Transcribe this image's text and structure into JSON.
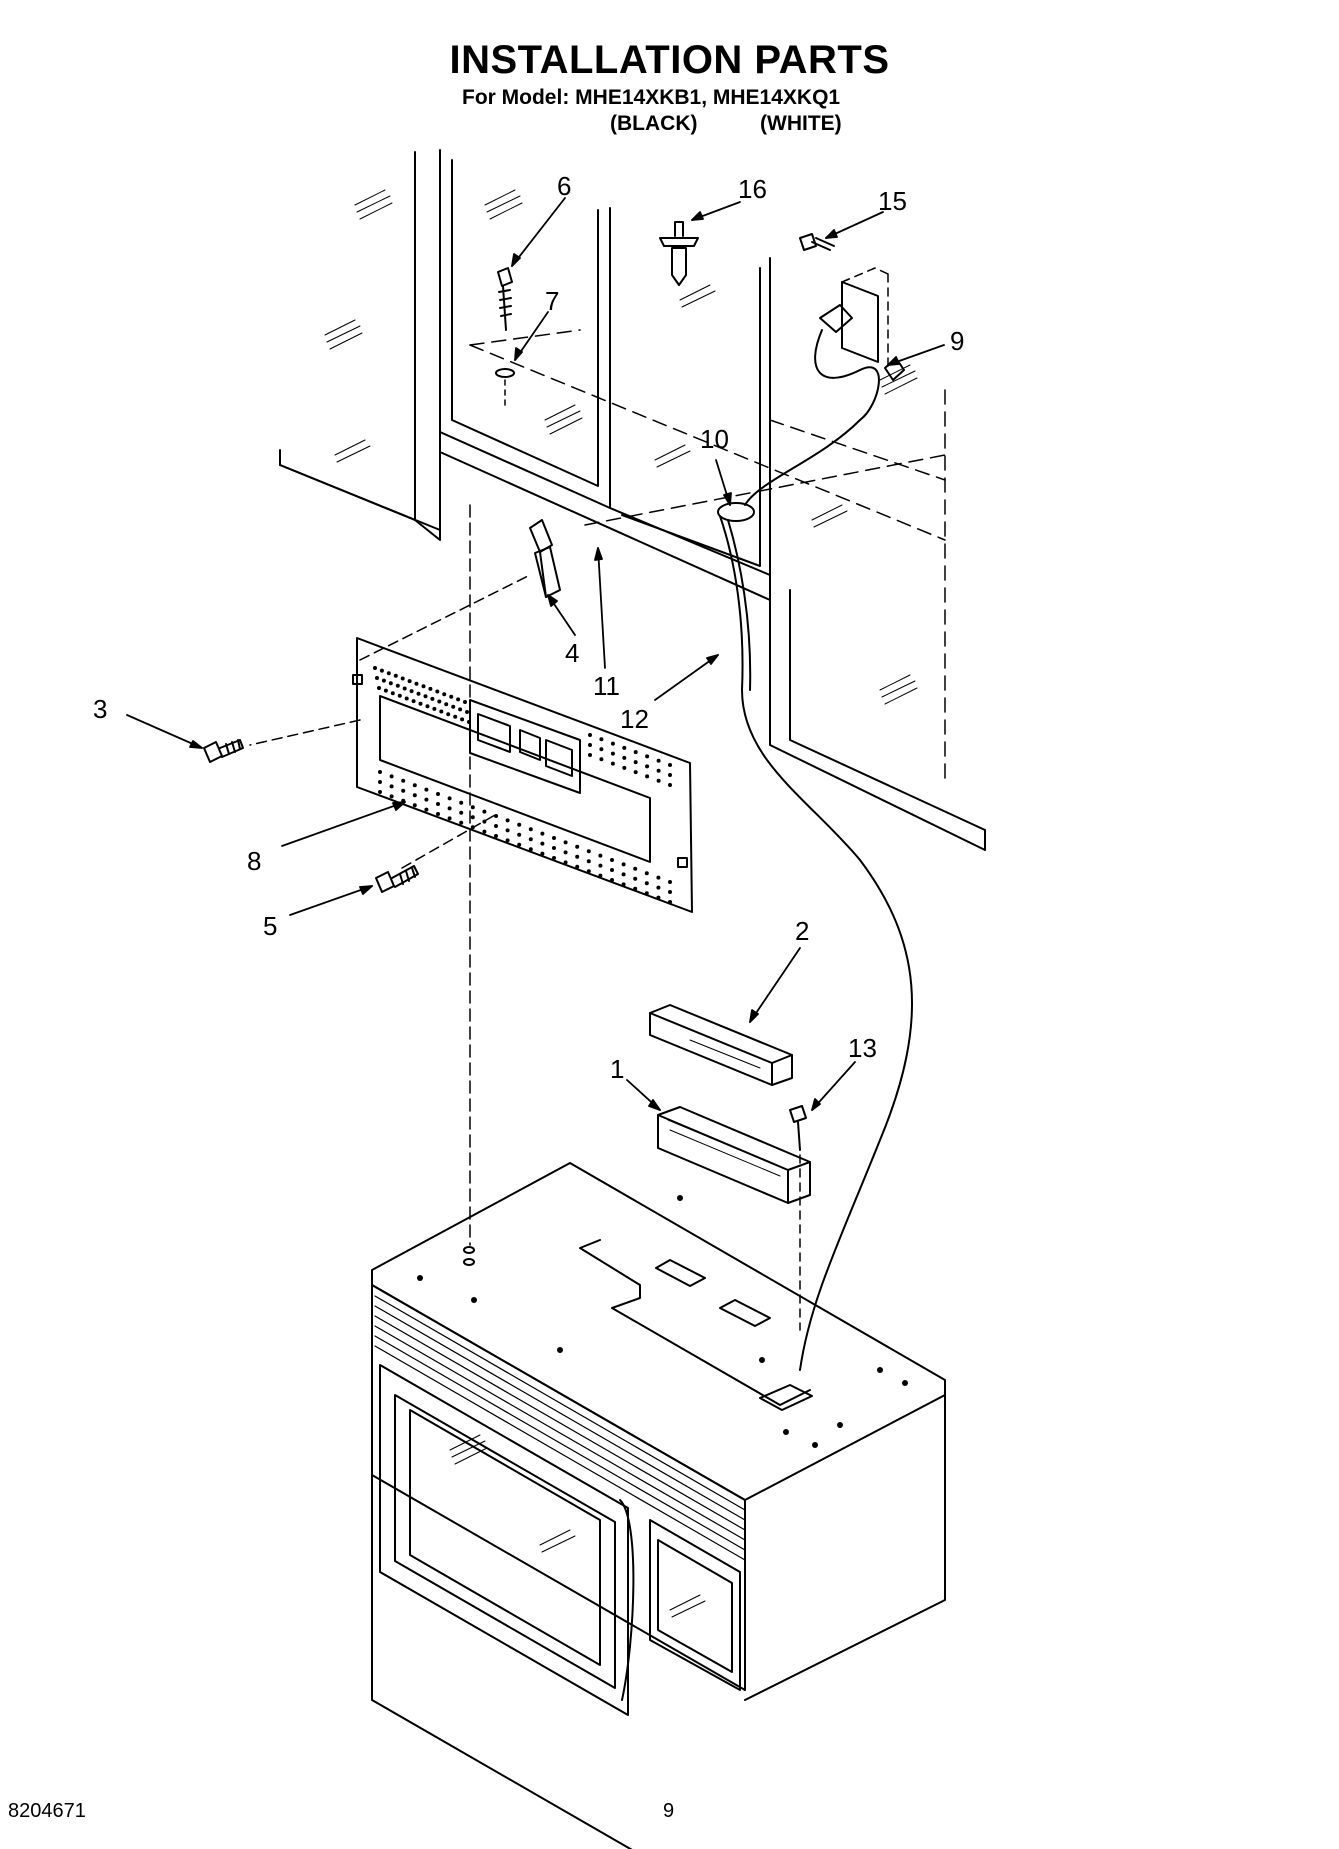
{
  "header": {
    "title": "INSTALLATION PARTS",
    "model_prefix": "For Model:",
    "models": "MHE14XKB1, MHE14XKQ1",
    "variant_black": "(BLACK)",
    "variant_white": "(WHITE)"
  },
  "callouts": {
    "c1": "1",
    "c2": "2",
    "c3": "3",
    "c4": "4",
    "c5": "5",
    "c6": "6",
    "c7": "7",
    "c8": "8",
    "c9": "9",
    "c10": "10",
    "c11": "11",
    "c12": "12",
    "c13": "13",
    "c15": "15",
    "c16": "16"
  },
  "footer": {
    "doc_number": "8204671",
    "page_number": "9"
  }
}
